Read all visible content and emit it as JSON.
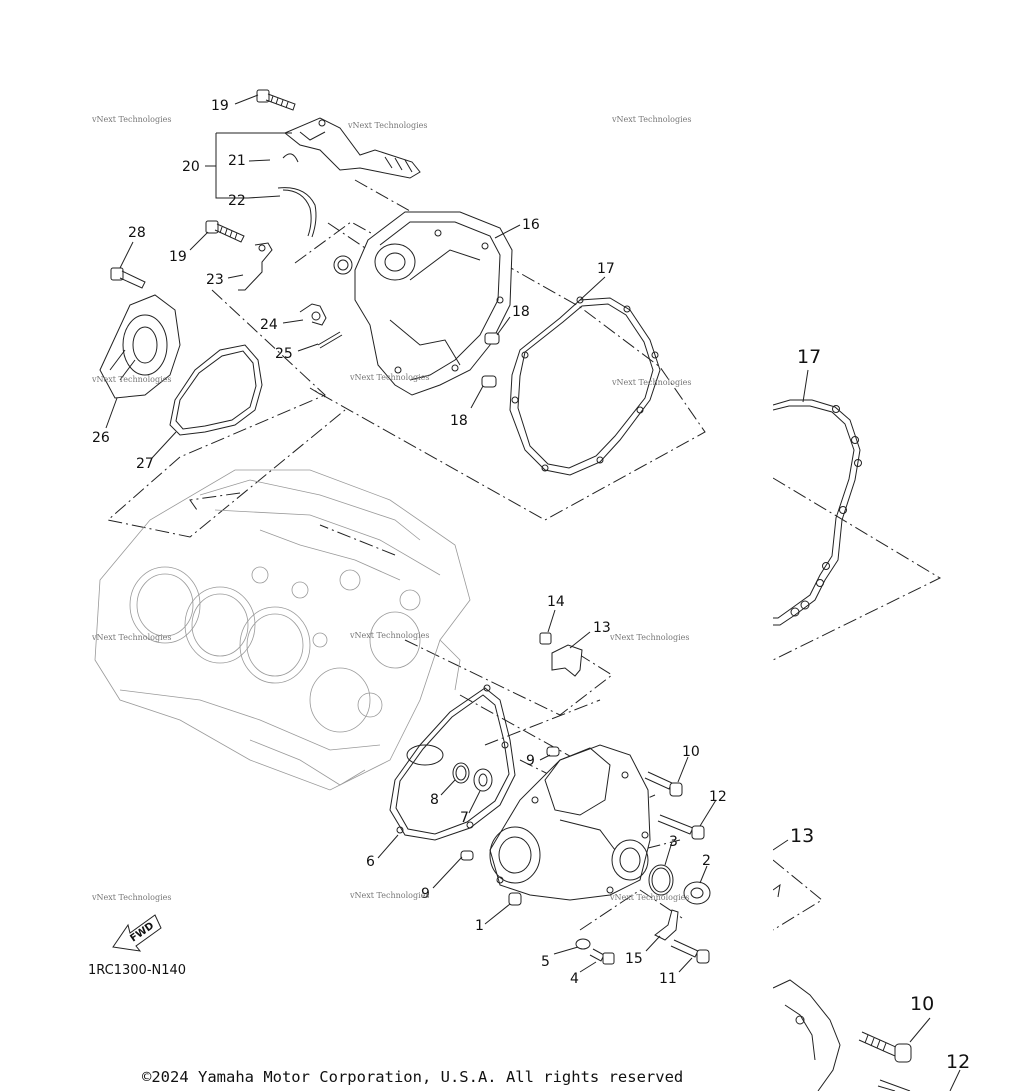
{
  "diagram": {
    "code": "1RC1300-N140",
    "copyright": "©2024 Yamaha Motor Corporation, U.S.A. All rights reserved",
    "fwd_label": "FWD",
    "watermark": "vNext Technologies",
    "callouts": [
      "19",
      "20",
      "21",
      "22",
      "16",
      "28",
      "19",
      "23",
      "17",
      "24",
      "18",
      "25",
      "18",
      "26",
      "27",
      "14",
      "13",
      "9",
      "10",
      "8",
      "12",
      "7",
      "3",
      "2",
      "6",
      "9",
      "1",
      "5",
      "15",
      "4",
      "11"
    ],
    "zoom_callouts": [
      "17",
      "13",
      "10",
      "12"
    ]
  }
}
